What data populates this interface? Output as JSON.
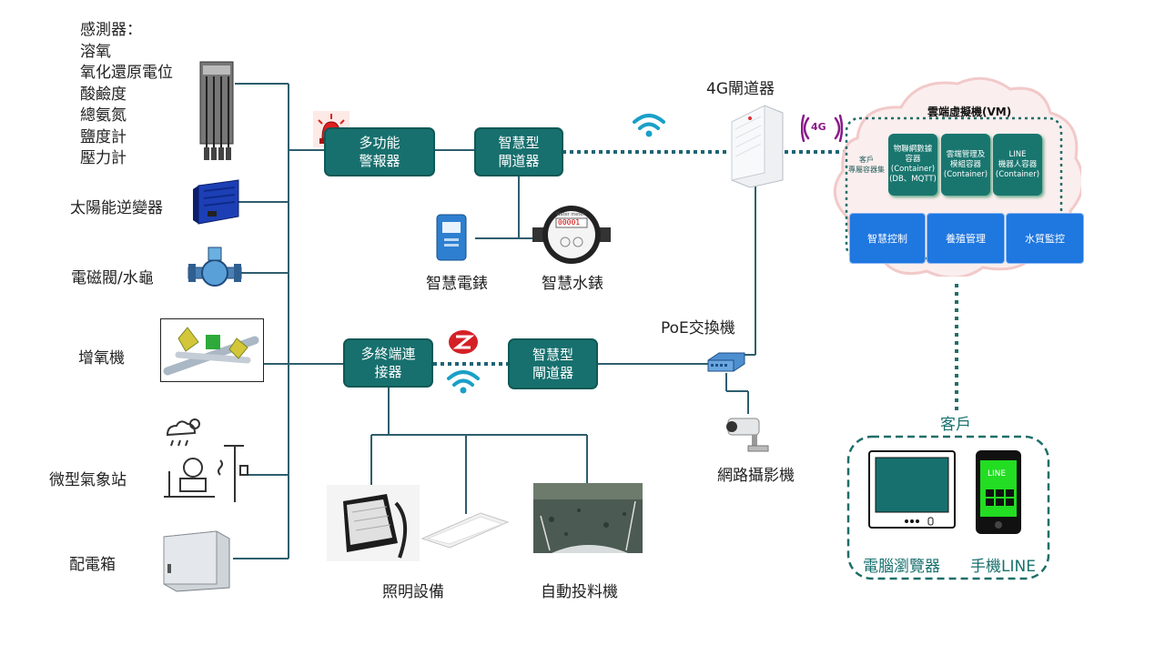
{
  "sensors": {
    "header": "感測器：",
    "items": [
      "溶氧",
      "氧化還原電位",
      "酸鹼度",
      "總氨氮",
      "鹽度計",
      "壓力計"
    ]
  },
  "left_devices": {
    "solar_inverter": "太陽能逆變器",
    "valve": "電磁閥/水龜",
    "aerator": "增氧機",
    "weather_station": "微型氣象站",
    "distribution_box": "配電箱"
  },
  "top_row": {
    "alarm": "多功能\n警報器",
    "gateway": "智慧型\n閘道器",
    "electric_meter": "智慧電錶",
    "water_meter": "智慧水錶",
    "water_meter_display": "00001",
    "water_meter_brand": "Water meter"
  },
  "middle_row": {
    "multi_connector": "多終端連\n接器",
    "gateway": "智慧型\n閘道器",
    "lighting": "照明設備",
    "feeder": "自動投料機"
  },
  "network": {
    "router_4g": "4G閘道器",
    "badge_4g": "4G",
    "poe_switch": "PoE交換機",
    "camera": "網路攝影機"
  },
  "cloud": {
    "title": "雲端虛擬機(VM)",
    "client_container_set": "客戶\n專屬容器集",
    "containers": [
      "物聯網數據\n容器\n(Container)\n(DB、MQTT)",
      "雲端管理及\n模組容器\n(Container)",
      "LINE\n機器人容器\n(Container)"
    ],
    "modules": [
      "智慧控制",
      "養殖管理",
      "水質監控"
    ]
  },
  "client": {
    "title": "客戶",
    "browser": "電腦瀏覽器",
    "line": "手機LINE",
    "phone_screen_label": "LINE"
  },
  "colors": {
    "teal": "#17706e",
    "line": "#2e5e6e",
    "blue": "#1f77e0",
    "wifi": "#1aa0c8",
    "cloud_fill": "#fbeeee",
    "cloud_stroke": "#f2c9c9"
  }
}
